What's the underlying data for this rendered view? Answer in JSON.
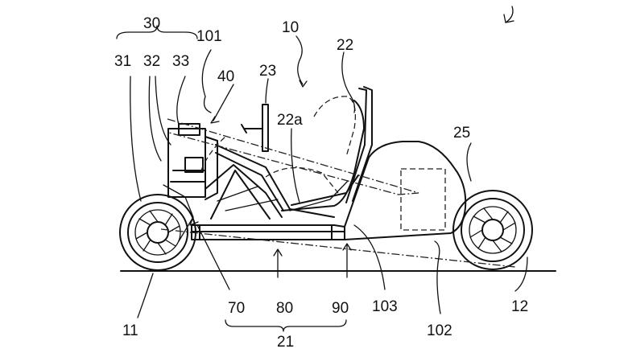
{
  "figure": {
    "labels": {
      "vehicle": "10",
      "body_frame": "21",
      "seat": "22",
      "seat_part": "22a",
      "steering": "23",
      "cowl": "25",
      "front_unit": "30",
      "unit_31": "31",
      "unit_32": "32",
      "unit_33": "33",
      "unit_40": "40",
      "frame_70": "70",
      "frame_80": "80",
      "frame_90": "90",
      "front_wheel": "11",
      "rear_wheel": "12",
      "line_101": "101",
      "line_102": "102",
      "line_103": "103"
    }
  }
}
